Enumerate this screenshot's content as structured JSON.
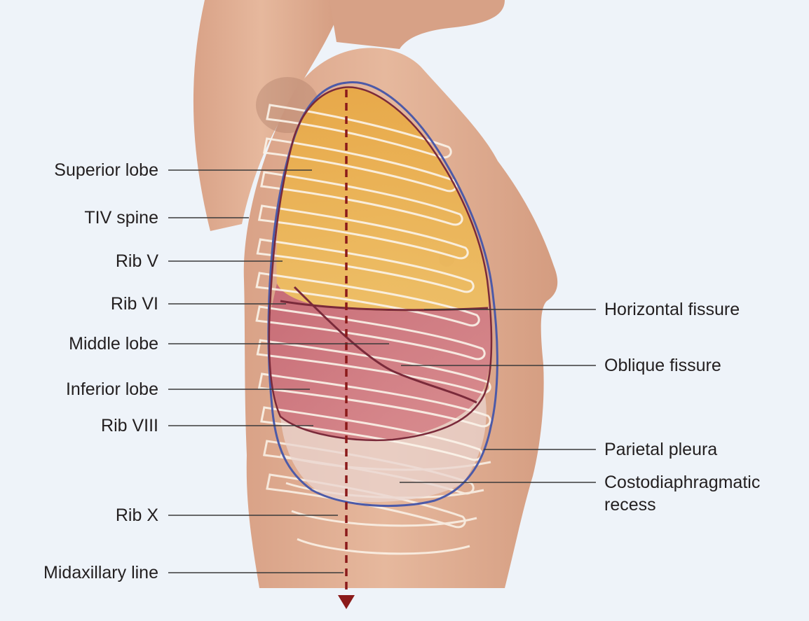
{
  "figure": {
    "left_labels": [
      {
        "id": "superior-lobe",
        "text": "Superior lobe"
      },
      {
        "id": "tiv-spine",
        "text": "TIV spine"
      },
      {
        "id": "rib-v",
        "text": "Rib V"
      },
      {
        "id": "rib-vi",
        "text": "Rib VI"
      },
      {
        "id": "middle-lobe",
        "text": "Middle lobe"
      },
      {
        "id": "inferior-lobe",
        "text": "Inferior lobe"
      },
      {
        "id": "rib-viii",
        "text": "Rib VIII"
      },
      {
        "id": "rib-x",
        "text": "Rib X"
      },
      {
        "id": "midaxillary-line",
        "text": "Midaxillary line"
      }
    ],
    "right_labels": [
      {
        "id": "horizontal-fissure",
        "text": "Horizontal fissure"
      },
      {
        "id": "oblique-fissure",
        "text": "Oblique fissure"
      },
      {
        "id": "parietal-pleura",
        "text": "Parietal pleura"
      },
      {
        "id": "costodiaphragmatic-recess",
        "line1": "Costodiaphragmatic",
        "line2": "recess"
      }
    ],
    "colors": {
      "background": "#eef3f9",
      "skin": "#e3b196",
      "superior_lobe": "#e9b24e",
      "middle_inferior_lobe": "#c9737f",
      "pleura_outline": "#4c5aa8",
      "fissure": "#7a2a3a",
      "rib_outline": "#fbf4ea",
      "midaxillary_arrow": "#8b1a1a",
      "leader_line": "#3a3a3a",
      "label_text": "#231f20"
    }
  }
}
